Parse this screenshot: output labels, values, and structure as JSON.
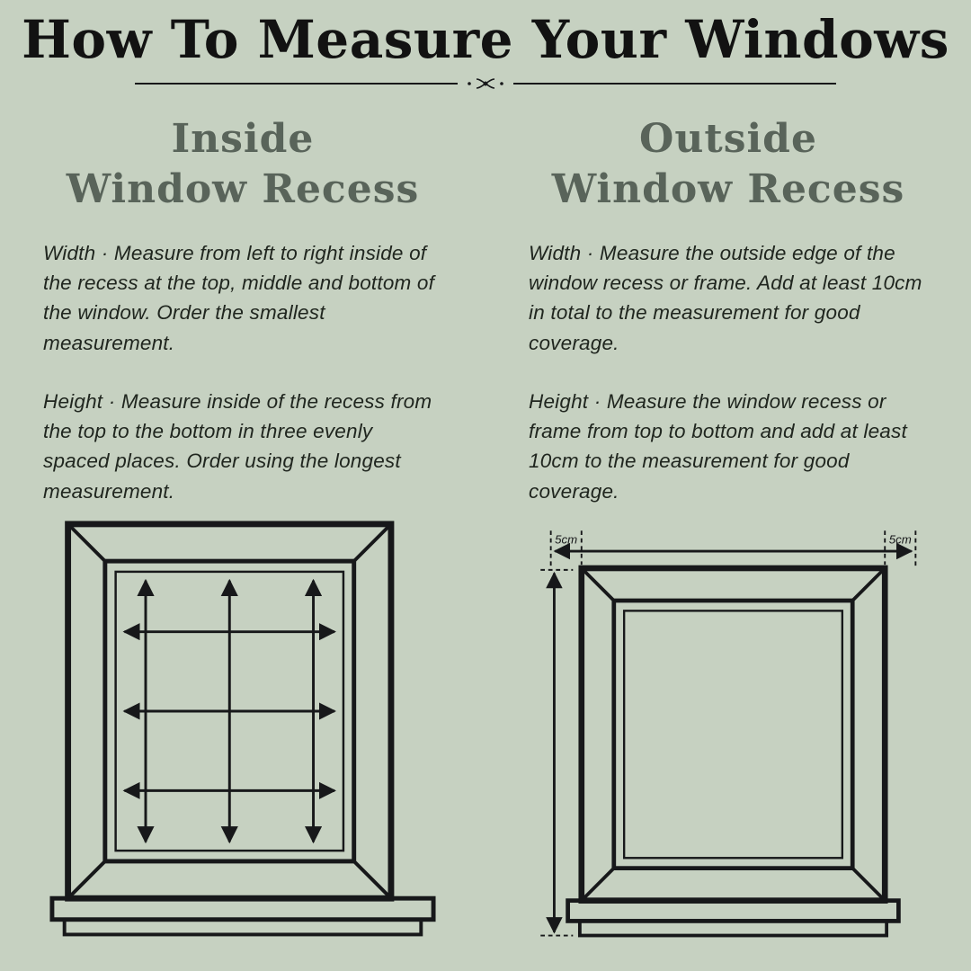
{
  "page": {
    "title": "How To Measure Your Windows"
  },
  "inside": {
    "heading": [
      "Inside",
      "Window Recess"
    ],
    "width_text": "Width · Measure from left to right inside of the recess at the top, middle and bottom of the window. Order the smallest measurement.",
    "height_text": "Height · Measure inside of the recess from the top to the bottom in three evenly spaced places. Order using the longest measurement."
  },
  "outside": {
    "heading": [
      "Outside",
      "Window Recess"
    ],
    "width_text": "Width · Measure the outside edge of the window recess or frame. Add at least 10cm in total to the measurement for good coverage.",
    "height_text": "Height · Measure the window recess or frame from top to bottom and add at least 10cm to the measurement for good coverage.",
    "left_overhang_label": "5cm",
    "right_overhang_label": "5cm"
  },
  "icons": {
    "divider_ornament": "crossed-flourish",
    "diagram_arrows": "double-headed-measure-arrow"
  },
  "colors": {
    "background": "#c6d1c1",
    "title": "#121212",
    "heading": "#59645a",
    "body": "#20261f",
    "line": "#17181a"
  }
}
